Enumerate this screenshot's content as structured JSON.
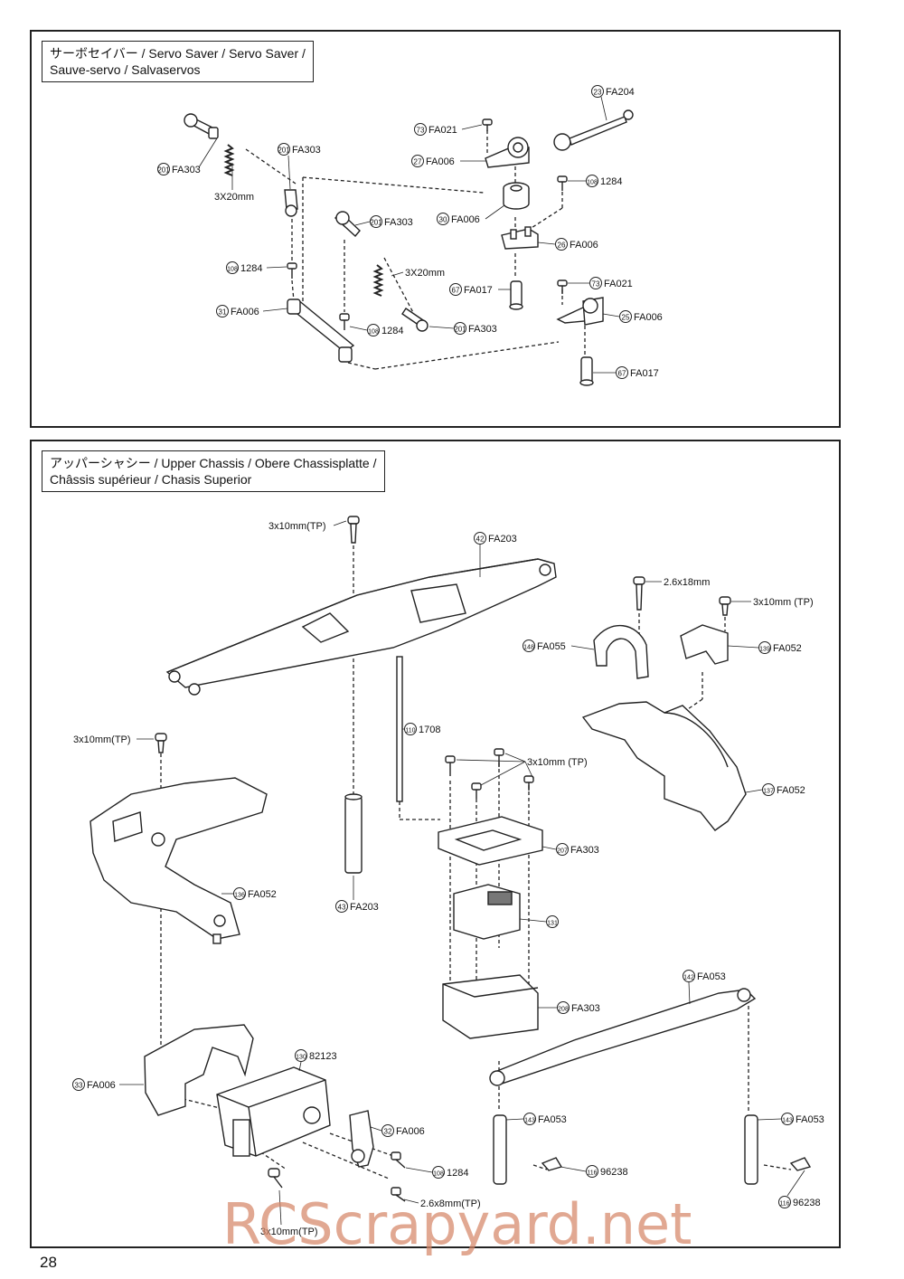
{
  "panel1": {
    "title_line1": "サーボセイバー / Servo Saver / Servo Saver /",
    "title_line2": "Sauve-servo / Salvaservos",
    "labels": [
      {
        "num": "201",
        "code": "FA303"
      },
      {
        "num": "",
        "code": "3X20mm"
      },
      {
        "num": "201",
        "code": "FA303"
      },
      {
        "num": "73",
        "code": "FA021"
      },
      {
        "num": "27",
        "code": "FA006"
      },
      {
        "num": "30",
        "code": "FA006"
      },
      {
        "num": "23",
        "code": "FA204"
      },
      {
        "num": "108",
        "code": "1284"
      },
      {
        "num": "201",
        "code": "FA303"
      },
      {
        "num": "26",
        "code": "FA006"
      },
      {
        "num": "",
        "code": "3X20mm"
      },
      {
        "num": "108",
        "code": "1284"
      },
      {
        "num": "67",
        "code": "FA017"
      },
      {
        "num": "73",
        "code": "FA021"
      },
      {
        "num": "31",
        "code": "FA006"
      },
      {
        "num": "108",
        "code": "1284"
      },
      {
        "num": "201",
        "code": "FA303"
      },
      {
        "num": "25",
        "code": "FA006"
      },
      {
        "num": "67",
        "code": "FA017"
      }
    ]
  },
  "panel2": {
    "title_line1": "アッパーシャシー / Upper Chassis / Obere Chassisplatte /",
    "title_line2": "Châssis supérieur  / Chasis Superior",
    "labels": [
      {
        "num": "",
        "code": "3x10mm(TP)"
      },
      {
        "num": "42",
        "code": "FA203"
      },
      {
        "num": "",
        "code": "2.6x18mm"
      },
      {
        "num": "",
        "code": "3x10mm (TP)"
      },
      {
        "num": "148",
        "code": "FA055"
      },
      {
        "num": "139",
        "code": "FA052"
      },
      {
        "num": "",
        "code": "3x10mm(TP)"
      },
      {
        "num": "110",
        "code": "1708"
      },
      {
        "num": "",
        "code": "3x10mm (TP)"
      },
      {
        "num": "137",
        "code": "FA052"
      },
      {
        "num": "207",
        "code": "FA303"
      },
      {
        "num": "136",
        "code": "FA052"
      },
      {
        "num": "43",
        "code": "FA203"
      },
      {
        "num": "131",
        "code": ""
      },
      {
        "num": "208",
        "code": "FA303"
      },
      {
        "num": "142",
        "code": "FA053"
      },
      {
        "num": "130",
        "code": "82123"
      },
      {
        "num": "33",
        "code": "FA006"
      },
      {
        "num": "32",
        "code": "FA006"
      },
      {
        "num": "143",
        "code": "FA053"
      },
      {
        "num": "143",
        "code": "FA053"
      },
      {
        "num": "116",
        "code": "96238"
      },
      {
        "num": "108",
        "code": "1284"
      },
      {
        "num": "",
        "code": "2.6x8mm(TP)"
      },
      {
        "num": "116",
        "code": "96238"
      },
      {
        "num": "",
        "code": "3x10mm(TP)"
      }
    ]
  },
  "page_number": "28",
  "watermark": "RCScrapyard.net"
}
